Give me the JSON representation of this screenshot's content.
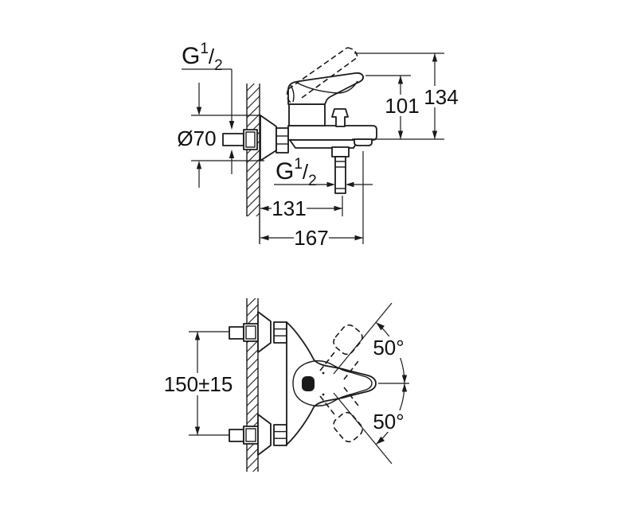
{
  "drawing": {
    "labels": {
      "thread_top": {
        "base": "G",
        "sup": "1",
        "slash": "/",
        "sub": "2"
      },
      "thread_outlet": {
        "base": "G",
        "sup": "1",
        "slash": "/",
        "sub": "2"
      },
      "diameter": "Ø70",
      "height_handle": "101",
      "height_total": "134",
      "projection_center": "131",
      "projection_total": "167",
      "connection_spacing": "150±15",
      "swing_angle_up": "50°",
      "swing_angle_down": "50°"
    }
  }
}
